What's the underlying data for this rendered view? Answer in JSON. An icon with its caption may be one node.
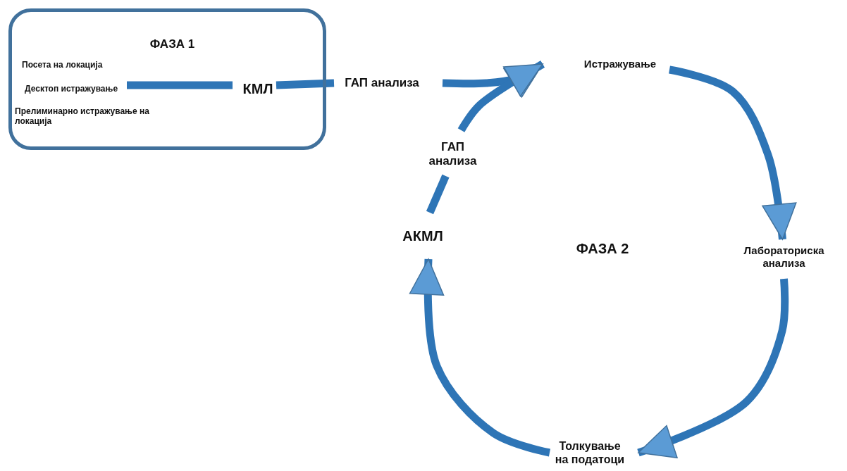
{
  "diagram": {
    "nodes": [
      {
        "text": [
          "ФАЗА 1"
        ]
      },
      {
        "text": [
          "Посета на локација"
        ],
        "in": 0
      },
      {
        "text": [
          "Десктоп истражување"
        ],
        "in": 0
      },
      {
        "text": [
          "Прелиминарно истражување на локација"
        ],
        "in": 0
      },
      {
        "text": [
          "КМЛ"
        ],
        "in": 0
      },
      {
        "text": [
          "ГАП анализа"
        ]
      },
      {
        "text": [
          "Истражување"
        ]
      },
      {
        "text": [
          "Лабораториска анализа"
        ]
      },
      {
        "text": [
          "Толкување на податоци"
        ]
      },
      {
        "text": [
          "АКМЛ"
        ]
      },
      {
        "text": [
          "ГАП анализа"
        ]
      }
    ],
    "edges": [
      {
        "from": 2,
        "to": 4,
        "arrow": "none"
      },
      {
        "from": 4,
        "to": 5,
        "arrow": "none"
      },
      {
        "from": 5,
        "to": 6,
        "arrow": "to"
      },
      {
        "from": 10,
        "to": 6,
        "arrow": "to"
      },
      {
        "from": 6,
        "to": 7,
        "arrow": "to"
      },
      {
        "from": 7,
        "to": 8,
        "arrow": "to"
      },
      {
        "from": 8,
        "to": 9,
        "arrow": "to"
      },
      {
        "from": 9,
        "to": 10,
        "arrow": "none"
      }
    ],
    "labels": [
      "ФАЗА 2"
    ]
  }
}
